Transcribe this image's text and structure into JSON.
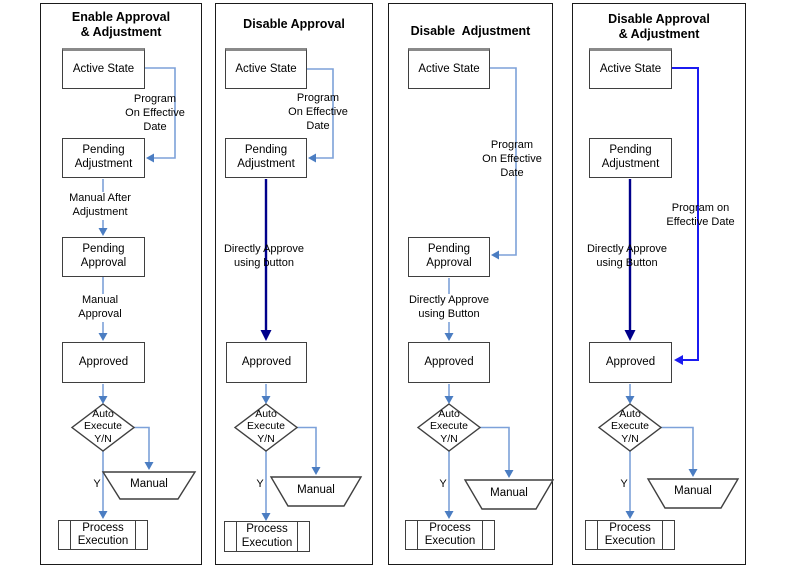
{
  "colors": {
    "light_blue_line": "#7da1d9",
    "light_blue_head": "#4b7dc2",
    "navy": "#00008b",
    "bright_blue": "#1b1bf0",
    "shape_border": "#3f3f3f",
    "panel_border": "#1a1a1a",
    "text": "#000000"
  },
  "panels": [
    {
      "title": "Enable Approval\n& Adjustment",
      "nodes": {
        "active_state": "Active State",
        "pending_adjustment": "Pending\nAdjustment",
        "pending_approval": "Pending\nApproval",
        "approved": "Approved",
        "decision": "Auto\nExecute\nY/N",
        "manual": "Manual",
        "process": "Process\nExecution"
      },
      "edge_labels": {
        "program": "Program\nOn Effective\nDate",
        "step1": "Manual After\nAdjustment",
        "step2": "Manual\nApproval",
        "yes": "Y"
      }
    },
    {
      "title": "Disable Approval",
      "nodes": {
        "active_state": "Active State",
        "pending_adjustment": "Pending\nAdjustment",
        "approved": "Approved",
        "decision": "Auto\nExecute\nY/N",
        "manual": "Manual",
        "process": "Process\nExecution"
      },
      "edge_labels": {
        "program": "Program\nOn Effective\nDate",
        "step1": "Directly Approve\nusing button",
        "yes": "Y"
      }
    },
    {
      "title": "Disable  Adjustment",
      "nodes": {
        "active_state": "Active State",
        "pending_approval": "Pending\nApproval",
        "approved": "Approved",
        "decision": "Auto\nExecute\nY/N",
        "manual": "Manual",
        "process": "Process\nExecution"
      },
      "edge_labels": {
        "program": "Program\nOn Effective\nDate",
        "step1": "Directly Approve\nusing Button",
        "yes": "Y"
      }
    },
    {
      "title": "Disable Approval\n& Adjustment",
      "nodes": {
        "active_state": "Active State",
        "pending_adjustment": "Pending\nAdjustment",
        "approved": "Approved",
        "decision": "Auto\nExecute\nY/N",
        "manual": "Manual",
        "process": "Process\nExecution"
      },
      "edge_labels": {
        "program": "Program on\nEffective Date",
        "step1": "Directly Approve\nusing Button",
        "yes": "Y"
      }
    }
  ]
}
